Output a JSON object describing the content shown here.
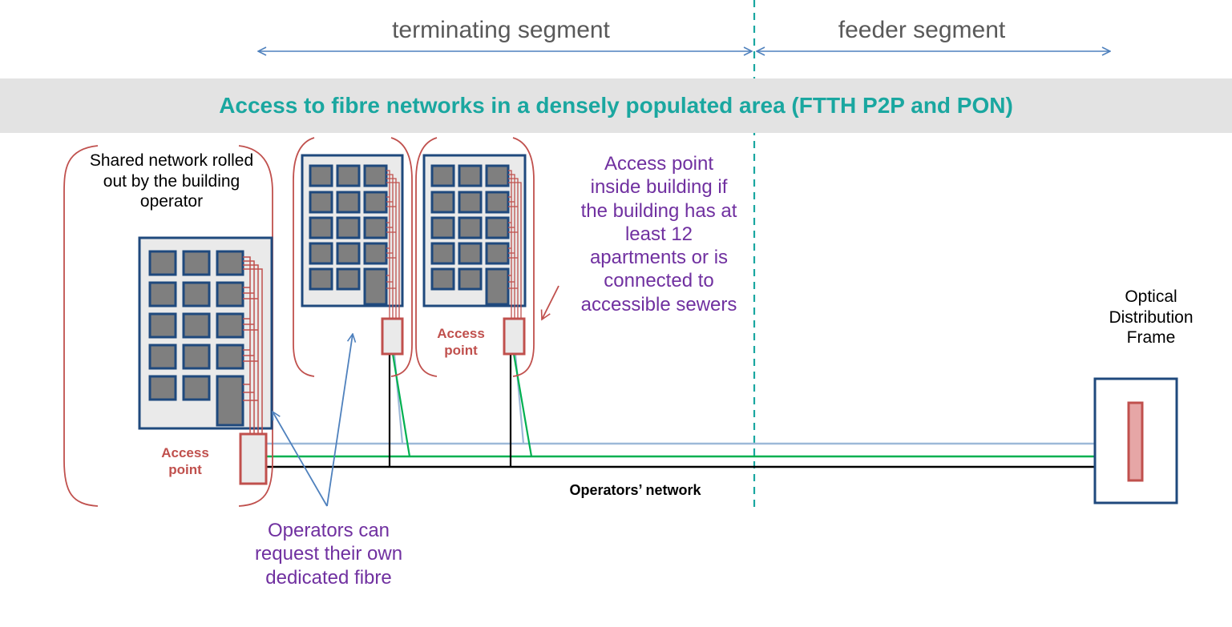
{
  "segments": {
    "terminating": "terminating segment",
    "feeder": "feeder segment"
  },
  "title": "Access to fibre networks in a densely populated area (FTTH P2P and PON)",
  "notes": {
    "shared_network": "Shared network rolled out by the building operator",
    "access_point_inside": "Access point inside building if the building has at least 12 apartments or is connected to accessible sewers",
    "dedicated_fibre": "Operators can request their own dedicated fibre",
    "odf": "Optical Distribution Frame"
  },
  "labels": {
    "access_point": "Access point",
    "operators_network": "Operators’ network"
  },
  "colors": {
    "building": "#1f497d",
    "building_fill": "#eaeaea",
    "window": "#7f7f7f",
    "fibre": "#c0504d",
    "teal": "#1aa7a0",
    "purple": "#7030a0",
    "arrow": "#4f81bd",
    "green_line": "#00b050",
    "lightblue_line": "#9db9d8"
  }
}
